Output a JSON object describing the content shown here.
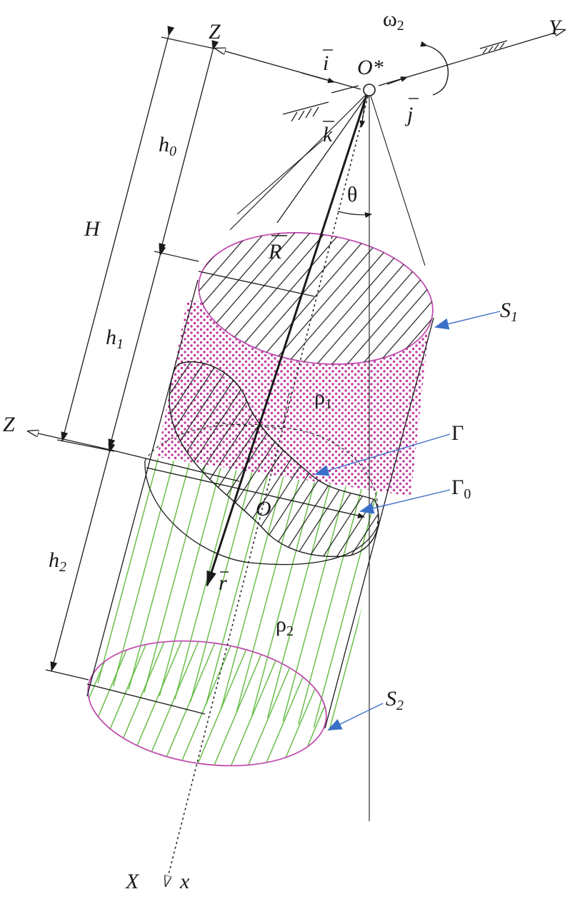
{
  "labels": {
    "z_top": "Z",
    "i_vec": "i",
    "omega": "ω",
    "omega_sub": "2",
    "origin_star": "O*",
    "y_axis": "Y",
    "j_vec": "j",
    "k_vec": "k",
    "h0": "h",
    "h0_sub": "0",
    "theta": "θ",
    "H": "H",
    "R_vec": "R",
    "S1": "S",
    "S1_sub": "1",
    "h1": "h",
    "h1_sub": "1",
    "rho1": "ρ",
    "rho1_sub": "1",
    "gamma": "Γ",
    "z_mid": "Z",
    "gamma0": "Γ",
    "gamma0_sub": "0",
    "origin": "O",
    "h2": "h",
    "h2_sub": "2",
    "r_vec": "r",
    "rho2": "ρ",
    "rho2_sub": "2",
    "S2": "S",
    "S2_sub": "2",
    "x_upper": "X",
    "x_lower": "x"
  },
  "colors": {
    "upper_fluid": "#c0399e",
    "lower_fluid": "#5cb83a",
    "surface_outline": "#c04fb0",
    "pointer_arrow": "#3a6fc8",
    "lines": "#1a1a1a"
  }
}
